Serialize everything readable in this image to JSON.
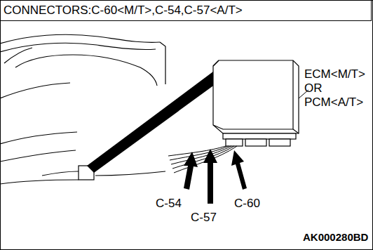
{
  "diagram": {
    "title": "CONNECTORS:C-60<M/T>,C-54,C-57<A/T>",
    "labels": [
      "ECM<M/T> OR PCM<A/T>",
      "C-54",
      "C-57",
      "C-60",
      "AK000280BD"
    ]
  }
}
